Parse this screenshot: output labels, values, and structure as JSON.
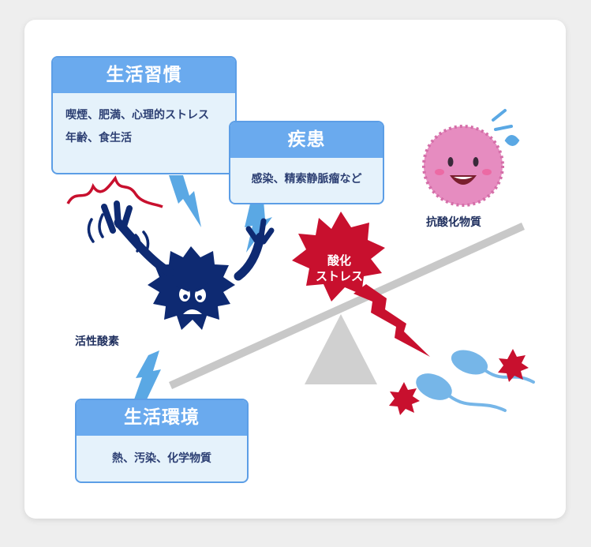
{
  "lifestyle": {
    "title": "生活習慣",
    "lines": [
      "喫煙、肥満、心理的ストレス",
      "年齢、食生活"
    ]
  },
  "disease": {
    "title": "疾患",
    "lines": [
      "感染、精索静脈瘤など"
    ]
  },
  "environment": {
    "title": "生活環境",
    "lines": [
      "熱、汚染、化学物質"
    ]
  },
  "labels": {
    "free_radical": "活性酸素",
    "antioxidant": "抗酸化物質",
    "oxidative_stress": [
      "酸化",
      "ストレス"
    ]
  },
  "colors": {
    "box_header": "#6aaaee",
    "box_border": "#5c9ee6",
    "box_fill": "#e5f2fb",
    "lightning": "#5aa8e4",
    "free_radical": "#0e2a72",
    "antioxidant": "#e68cc0",
    "stress": "#c8102e",
    "sperm": "#76b6e8",
    "fulcrum": "#d0d0d0",
    "beam": "#c8c8c8"
  }
}
